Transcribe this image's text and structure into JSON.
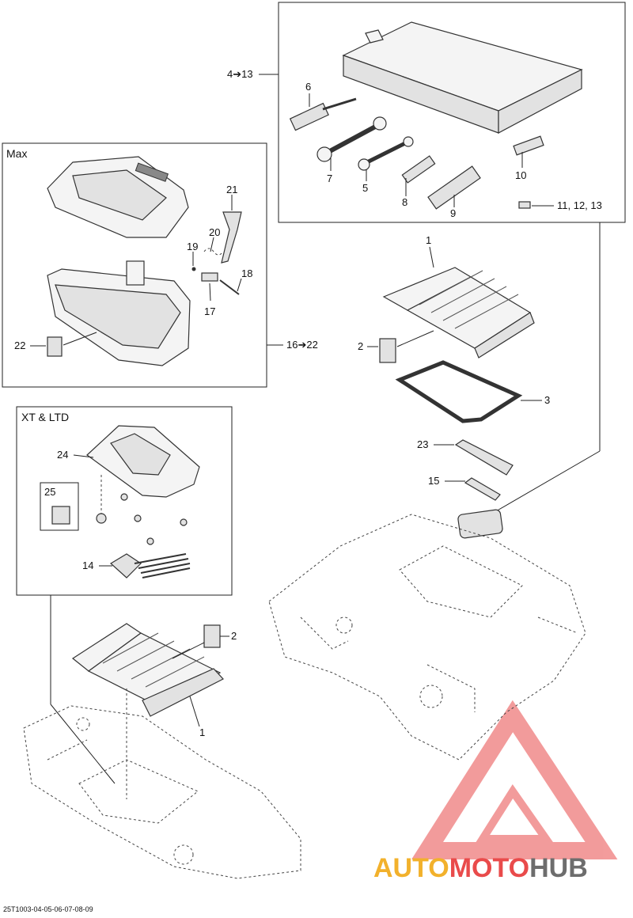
{
  "boxes": {
    "max_title": "Max",
    "xt_title": "XT & LTD"
  },
  "callouts": {
    "tools_range": "4➔13",
    "max_range": "16➔22",
    "c1a": "1",
    "c1b": "1",
    "c2a": "2",
    "c2b": "2",
    "c3": "3",
    "c5": "5",
    "c6": "6",
    "c7": "7",
    "c8": "8",
    "c9": "9",
    "c10": "10",
    "c11_13": "11, 12, 13",
    "c14": "14",
    "c15": "15",
    "c17": "17",
    "c18": "18",
    "c19": "19",
    "c20": "20",
    "c21": "21",
    "c22": "22",
    "c23": "23",
    "c24": "24",
    "c25": "25"
  },
  "footer": {
    "reference": "25T1003-04-05-06-07-08-09"
  },
  "watermark": {
    "part1": "AUTO",
    "part2": "MOTO",
    "part3": "HUB",
    "color_auto": "#f2b12c",
    "color_moto": "#e94b4b",
    "color_hub": "#6d6d6d"
  }
}
